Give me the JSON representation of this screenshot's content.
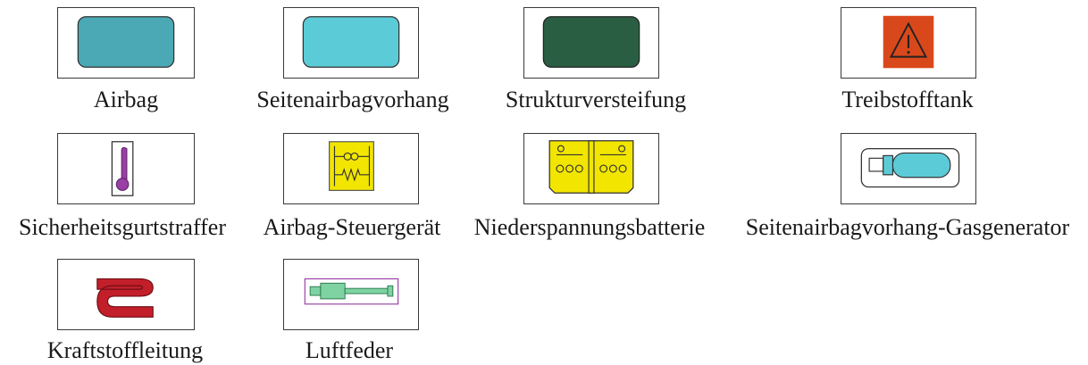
{
  "legend": {
    "items": [
      {
        "label": "Airbag",
        "icon": "airbag-icon",
        "color": "#4aa9b5"
      },
      {
        "label": "Seitenairbagvorhang",
        "icon": "side-curtain-airbag-icon",
        "color": "#5ccbd8"
      },
      {
        "label": "Strukturversteifung",
        "icon": "structural-reinforcement-icon",
        "color": "#2a5e43"
      },
      {
        "label": "Treibstofftank",
        "icon": "fuel-tank-warning-icon",
        "color": "#d9481b"
      },
      {
        "label": "Sicherheitsgurtstraffer",
        "icon": "seatbelt-pretensioner-icon",
        "color": "#9a3fa6"
      },
      {
        "label": "Airbag-Steuergerät",
        "icon": "airbag-control-unit-icon",
        "color": "#f2e600"
      },
      {
        "label": "Niederspannungsbatterie",
        "icon": "low-voltage-battery-icon",
        "color": "#f2e600"
      },
      {
        "label": "Seitenairbagvorhang-Gasgenerator",
        "icon": "curtain-airbag-inflator-icon",
        "color": "#5ccbd8"
      },
      {
        "label": "Kraftstoffleitung",
        "icon": "fuel-line-icon",
        "color": "#c21f2a"
      },
      {
        "label": "Luftfeder",
        "icon": "air-spring-icon",
        "color": "#7fd3a3"
      }
    ]
  }
}
